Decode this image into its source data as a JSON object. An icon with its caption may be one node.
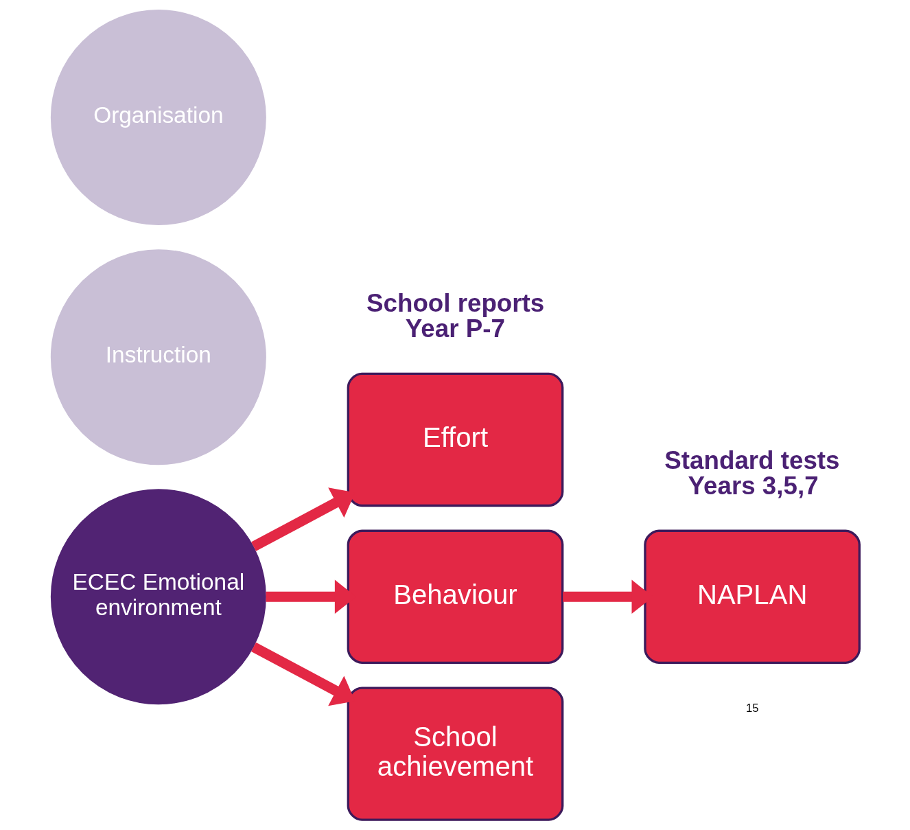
{
  "diagram": {
    "nodes": [
      {
        "text": [
          "Organisation"
        ]
      },
      {
        "text": [
          "Instruction"
        ]
      },
      {
        "text": [
          "ECEC Emotional environment"
        ]
      },
      {
        "text": [
          "Effort"
        ]
      },
      {
        "text": [
          "Behaviour"
        ]
      },
      {
        "text": [
          "School achievement"
        ]
      },
      {
        "text": [
          "NAPLAN"
        ]
      }
    ],
    "edges": [
      {
        "from": 2,
        "to": 3,
        "arrow": "to"
      },
      {
        "from": 2,
        "to": 4,
        "arrow": "to"
      },
      {
        "from": 2,
        "to": 5,
        "arrow": "to"
      },
      {
        "from": 4,
        "to": 6,
        "arrow": "to"
      }
    ],
    "labels": [
      "School reports Year P-7",
      "Standard tests Years 3,5,7",
      "15"
    ]
  }
}
